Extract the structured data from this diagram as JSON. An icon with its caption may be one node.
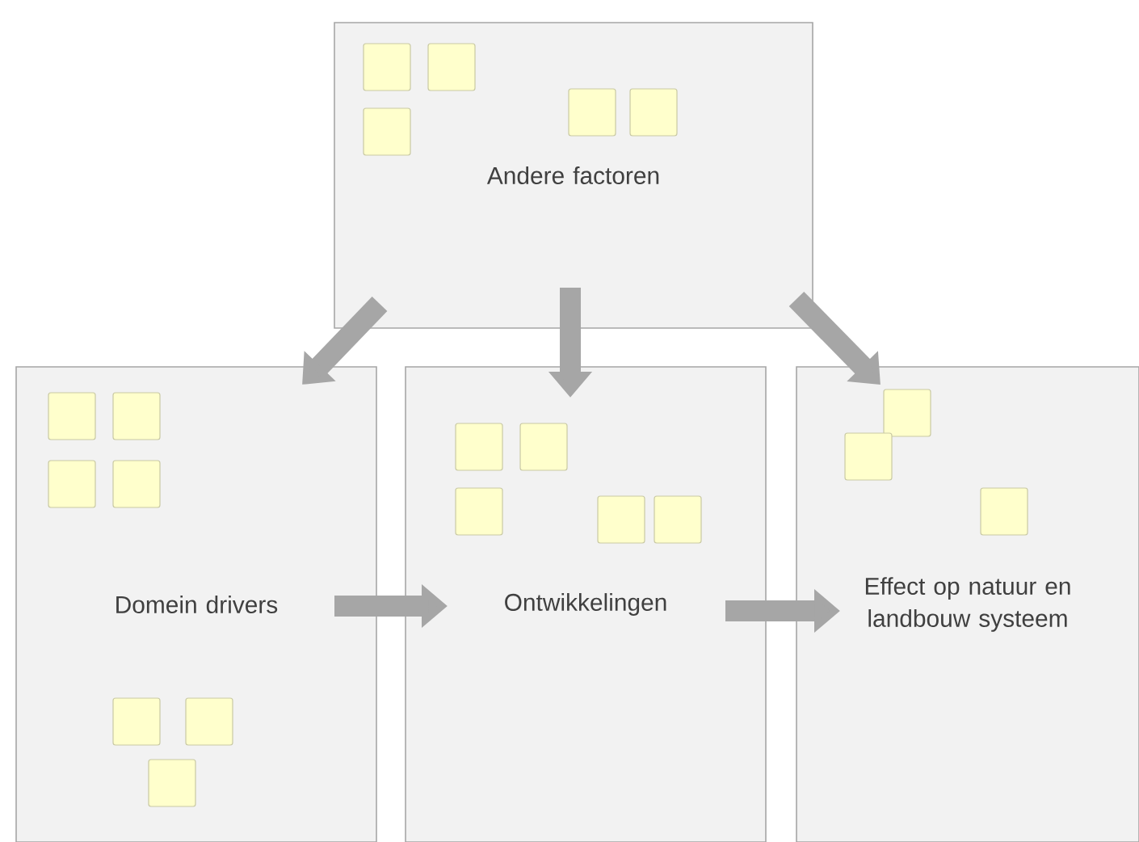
{
  "diagram": {
    "nodes": [
      {
        "text": [
          "Andere factoren"
        ]
      },
      {
        "text": [
          "Domein drivers"
        ]
      },
      {
        "text": [
          "Ontwikkelingen"
        ]
      },
      {
        "text": [
          "Effect op natuur en landbouw systeem"
        ]
      }
    ],
    "edges": [
      {
        "from": 0,
        "to": 1,
        "arrow": "to"
      },
      {
        "from": 0,
        "to": 2,
        "arrow": "to"
      },
      {
        "from": 0,
        "to": 3,
        "arrow": "to"
      },
      {
        "from": 1,
        "to": 2,
        "arrow": "to"
      },
      {
        "from": 2,
        "to": 3,
        "arrow": "to"
      }
    ]
  }
}
